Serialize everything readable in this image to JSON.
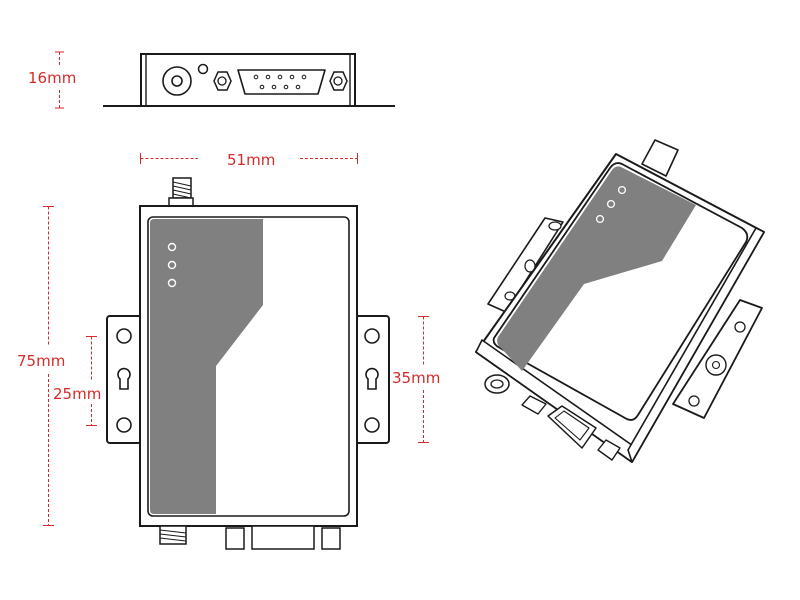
{
  "dimensions": {
    "height": "16mm",
    "width": "51mm",
    "length": "75mm",
    "mount_hole_spacing": "25mm",
    "bracket_height": "35mm"
  },
  "colors": {
    "dimension": "#d52b2b",
    "outline": "#1a1a1a",
    "panel_gray": "#808080",
    "background": "#ffffff"
  },
  "icons": {
    "led": "circle",
    "antenna_connector": "threaded-cylinder",
    "serial_port": "db9-connector",
    "mount_hole": "keyhole"
  }
}
